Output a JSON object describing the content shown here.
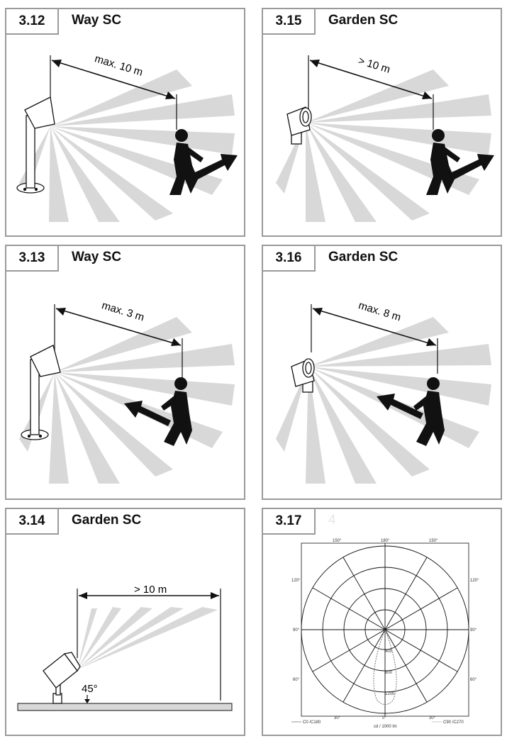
{
  "panels": [
    {
      "number": "3.12",
      "title": "Way SC",
      "distance": "max. 10 m"
    },
    {
      "number": "3.15",
      "title": "Garden SC",
      "distance": "> 10 m"
    },
    {
      "number": "3.13",
      "title": "Way SC",
      "distance": "max. 3 m"
    },
    {
      "number": "3.16",
      "title": "Garden SC",
      "distance": "max. 8 m"
    },
    {
      "number": "3.14",
      "title": "Garden SC",
      "distance": "> 10 m",
      "angle": "45°"
    },
    {
      "number": "3.17",
      "title": "4"
    }
  ],
  "polar": {
    "top_labels": [
      "150°",
      "180°",
      "150°"
    ],
    "side_labels": [
      "120°",
      "120°",
      "90°",
      "90°",
      "60°",
      "60°"
    ],
    "bottom_labels": [
      "30°",
      "0°",
      "30°"
    ],
    "radial_labels": [
      "400",
      "800",
      "1200"
    ],
    "legend_left": "C0 /C180",
    "legend_right": "C90 /C270",
    "unit": "cd / 1000 lm"
  },
  "colors": {
    "border": "#9a9a9a",
    "beam": "#d8d8d8",
    "ink": "#111111"
  }
}
